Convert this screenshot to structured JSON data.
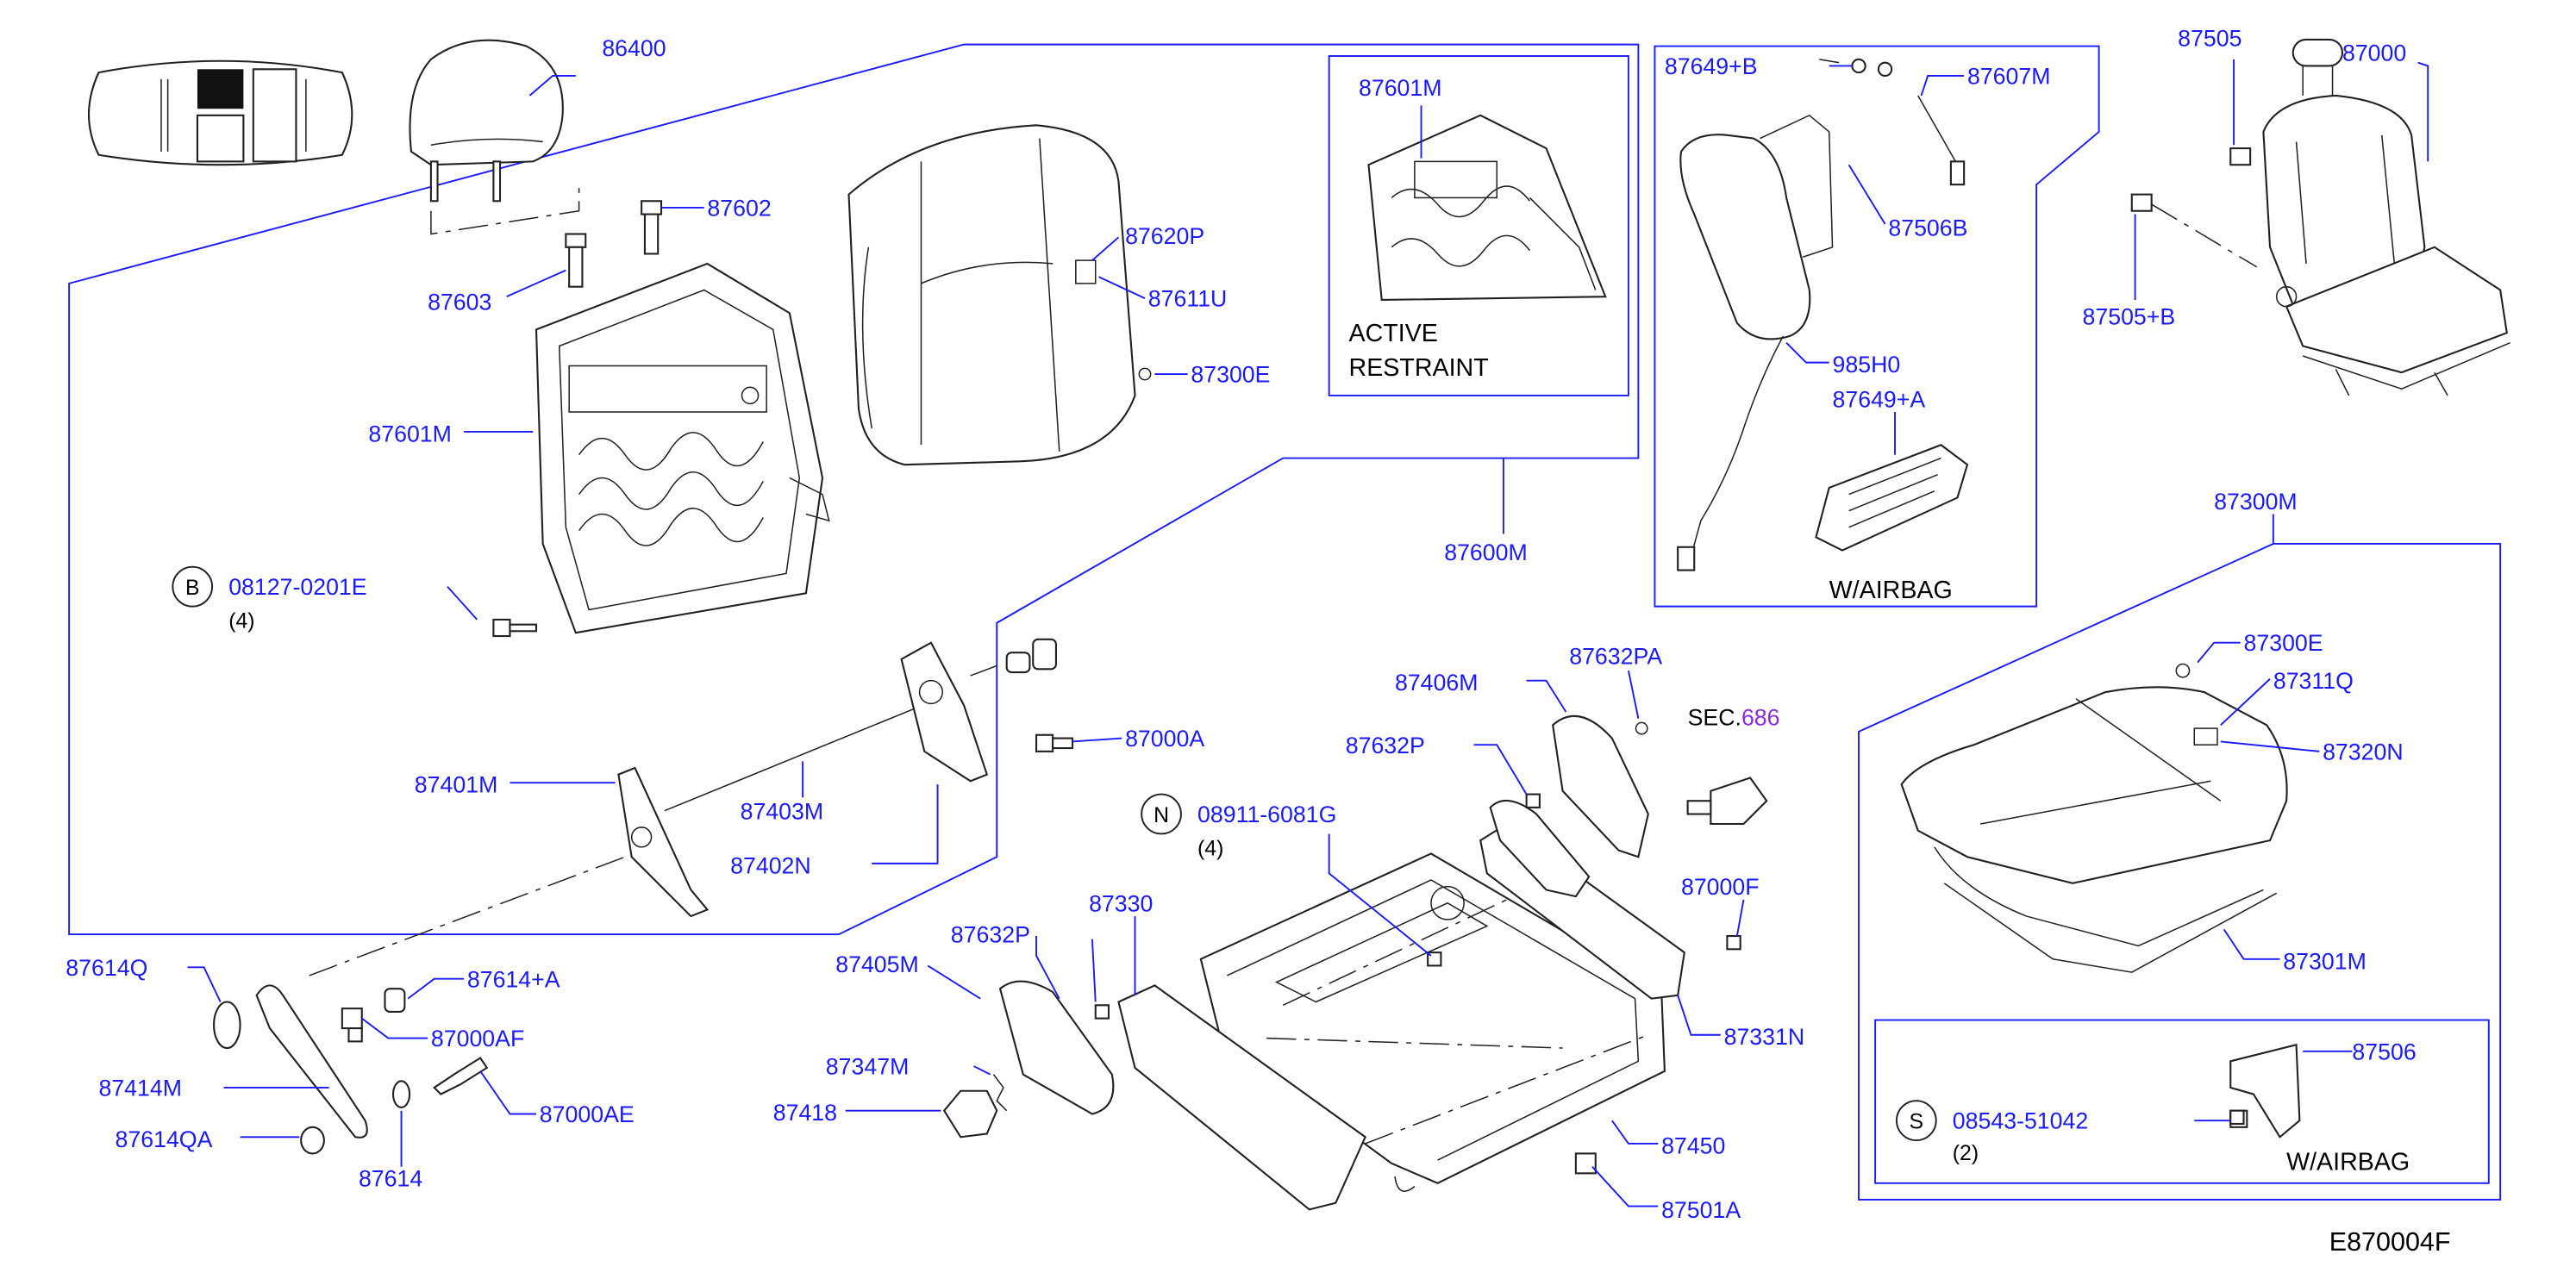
{
  "diagram_code": "E870004F",
  "notes": {
    "active_restraint_line1": "ACTIVE",
    "active_restraint_line2": "RESTRAINT",
    "w_airbag_top": "W/AIRBAG",
    "w_airbag_bottom": "W/AIRBAG"
  },
  "section_ref": {
    "prefix": "SEC.",
    "number": "686"
  },
  "fasteners": [
    {
      "symbol": "B",
      "part": "08127-0201E",
      "qty": "(4)"
    },
    {
      "symbol": "N",
      "part": "08911-6081G",
      "qty": "(4)"
    },
    {
      "symbol": "S",
      "part": "08543-51042",
      "qty": "(2)"
    }
  ],
  "callouts": [
    "86400",
    "87602",
    "87603",
    "87601M",
    "87620P",
    "87611U",
    "87300E",
    "87600M",
    "87601M",
    "87649+B",
    "87607M",
    "87506B",
    "985H0",
    "87649+A",
    "87505",
    "87000",
    "87505+B",
    "87300M",
    "87300E",
    "87311Q",
    "87320N",
    "87301M",
    "87506",
    "87401M",
    "87403M",
    "87402N",
    "87000A",
    "87406M",
    "87632PA",
    "87632P",
    "87000F",
    "87331N",
    "87330",
    "87632P",
    "87405M",
    "87347M",
    "87418",
    "87450",
    "87501A",
    "87614Q",
    "87614+A",
    "87000AF",
    "87414M",
    "87000AE",
    "87614QA",
    "87614"
  ]
}
